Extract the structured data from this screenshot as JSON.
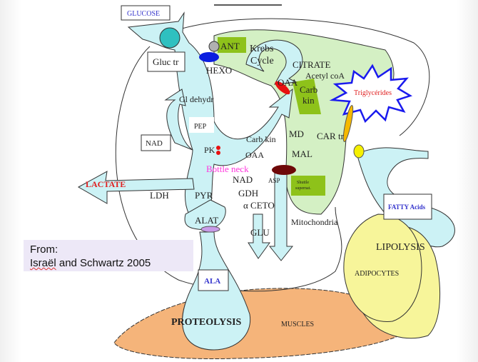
{
  "labels": {
    "glucose": "GLUCOSE",
    "gluc_tr": "Gluc tr",
    "hexo": "HEXO",
    "ant": "ANT",
    "krebs_1": "Krebs",
    "krebs_2": "Cycle",
    "citrate": "CITRATE",
    "acetyl_coa": "Acetyl coA",
    "oaa_top": "OAA",
    "carb_kin_1": "Carb",
    "carb_kin_2": "kin",
    "triglycerides": "Triglycérides",
    "gl_dehydr": "Gl dehydr",
    "pep": "PEP",
    "nad_box": "NAD",
    "pk": "PK",
    "carb_kin_mid": "Carb kin",
    "oaa_mid": "OAA",
    "md": "MD",
    "mal": "MAL",
    "car_tr": "CAR tr",
    "bottle_neck": "Bottle neck",
    "asp": "ASP",
    "shuttle_1": "Shuttle",
    "shuttle_2": "supernat.",
    "lactate": "LACTATE",
    "ldh": "LDH",
    "pyr": "PYR",
    "nad": "NAD",
    "gdh": "GDH",
    "ceto": "α CETO",
    "alat": "ALAT",
    "glu": "GLU",
    "mitochondria": "Mitochondria",
    "fatty_acids": "FATTY Acids",
    "lipolysis": "LIPOLYSIS",
    "adipocytes": "ADIPOCYTES",
    "ala": "ALA",
    "proteolysis": "PROTEOLYSIS",
    "muscles": "MUSCLES"
  },
  "citation": {
    "line1": "From:",
    "author_1": "Israël",
    "line2_rest": " and Schwartz 2005"
  },
  "colors": {
    "cytosol_flow": "#ccf2f5",
    "mitochondria": "#d4f0c4",
    "enzyme_green": "#8ec21a",
    "muscle": "#f5b47a",
    "adipocyte": "#f7f59a",
    "lactate": "#e02020",
    "bottle_neck": "#ff33dd",
    "blue_label": "#3333cc"
  }
}
